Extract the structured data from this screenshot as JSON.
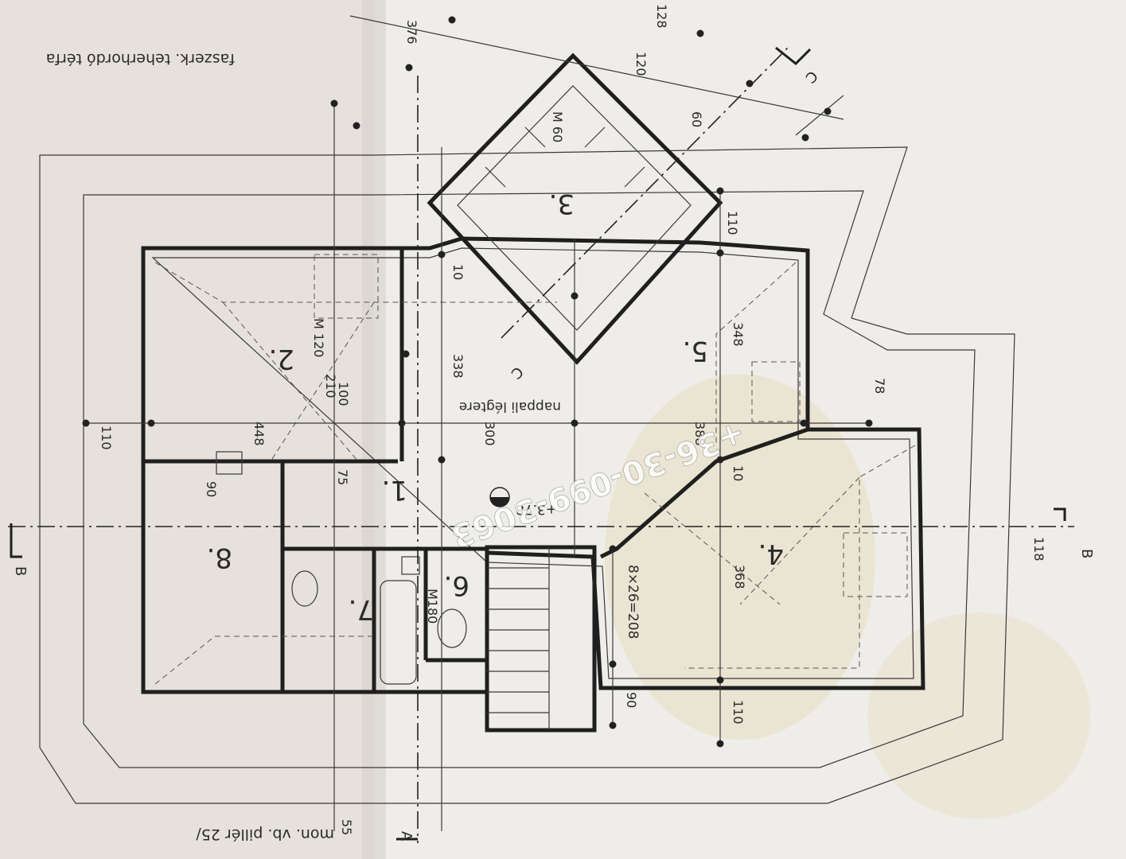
{
  "plan": {
    "rooms": [
      {
        "id": "room-1",
        "text": "1."
      },
      {
        "id": "room-2",
        "text": "2."
      },
      {
        "id": "room-3",
        "text": "3."
      },
      {
        "id": "room-4",
        "text": "4."
      },
      {
        "id": "room-5",
        "text": "5."
      },
      {
        "id": "room-6",
        "text": "6."
      },
      {
        "id": "room-7",
        "text": "7."
      },
      {
        "id": "room-8",
        "text": "8."
      }
    ],
    "notes": {
      "structure": "faszerk. teherhordó térfa",
      "pillar": "mon. vb. pillér 25/",
      "gallery": "nappali légtere",
      "level": "+3.78",
      "stairs": "8×26=208"
    },
    "section_marks": {
      "a": "A",
      "b": "B",
      "c": "C"
    },
    "dimensions": [
      "448",
      "110",
      "300",
      "388",
      "348",
      "368",
      "110",
      "90",
      "338",
      "10",
      "10",
      "376",
      "120",
      "128",
      "60",
      "110",
      "78",
      "118",
      "55",
      "75",
      "210",
      "90",
      "100",
      "M 120",
      "M180",
      "M 60"
    ],
    "watermark": "+36-30-099-3063"
  }
}
